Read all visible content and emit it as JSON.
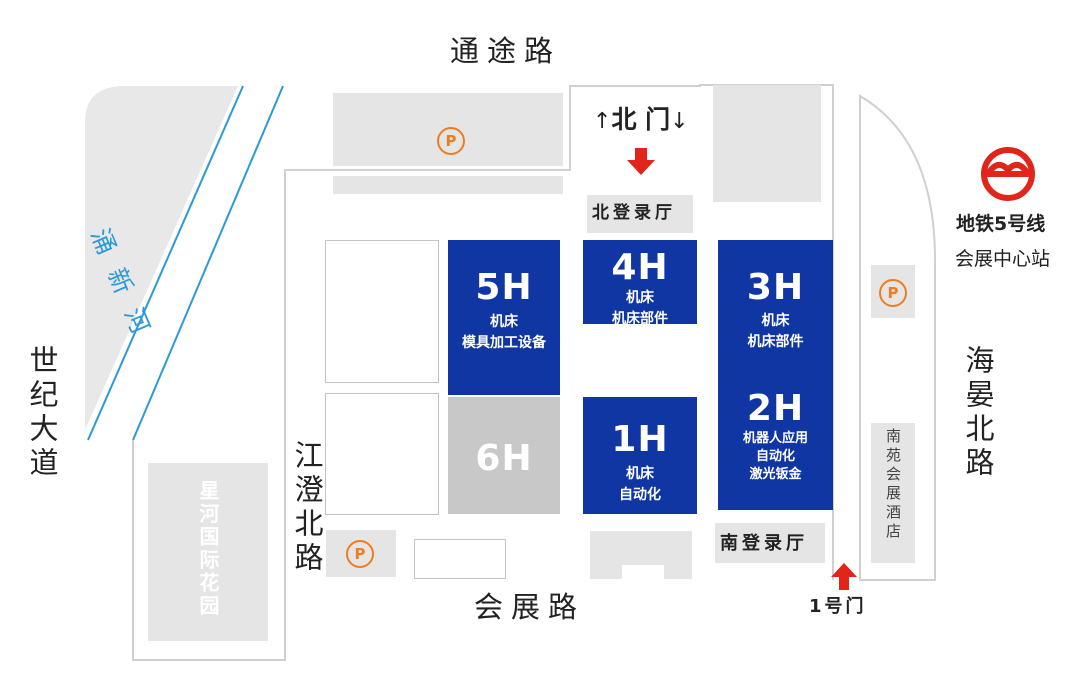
{
  "roads": {
    "north": "通途路",
    "south": "会展路",
    "west": "世纪大道",
    "east": "海晏北路",
    "inner_west": "江澄北路",
    "river": "涌新河"
  },
  "landmarks": {
    "residential": "星河国际花园",
    "hotel": "南苑会展酒店"
  },
  "halls": {
    "h5": {
      "code": "5H",
      "line1": "机床",
      "line2": "模具加工设备"
    },
    "h4": {
      "code": "4H",
      "line1": "机床",
      "line2": "机床部件"
    },
    "h3": {
      "code": "3H",
      "line1": "机床",
      "line2": "机床部件"
    },
    "h1": {
      "code": "1H",
      "line1": "机床",
      "line2": "自动化"
    },
    "h2": {
      "code": "2H",
      "line1": "机器人应用",
      "line2": "自动化",
      "line3": "激光钣金"
    },
    "h6": {
      "code": "6H"
    }
  },
  "entrances": {
    "north_gate": "北 门",
    "north_gate_arrow_up": "↑",
    "north_gate_arrow_down": "↓",
    "north_hall": "北登录厅",
    "south_hall": "南登录厅",
    "gate1": "1号门"
  },
  "metro": {
    "line": "地铁5号线",
    "station": "会展中心站"
  },
  "parking_symbol": "P",
  "colors": {
    "hall_blue": "#1036a3",
    "gray_block": "#e5e5e5",
    "hall6_gray": "#c8c8c8",
    "parking_orange": "#ee7d21",
    "arrow_red": "#e1251b",
    "river_blue": "#2c9ad6"
  }
}
